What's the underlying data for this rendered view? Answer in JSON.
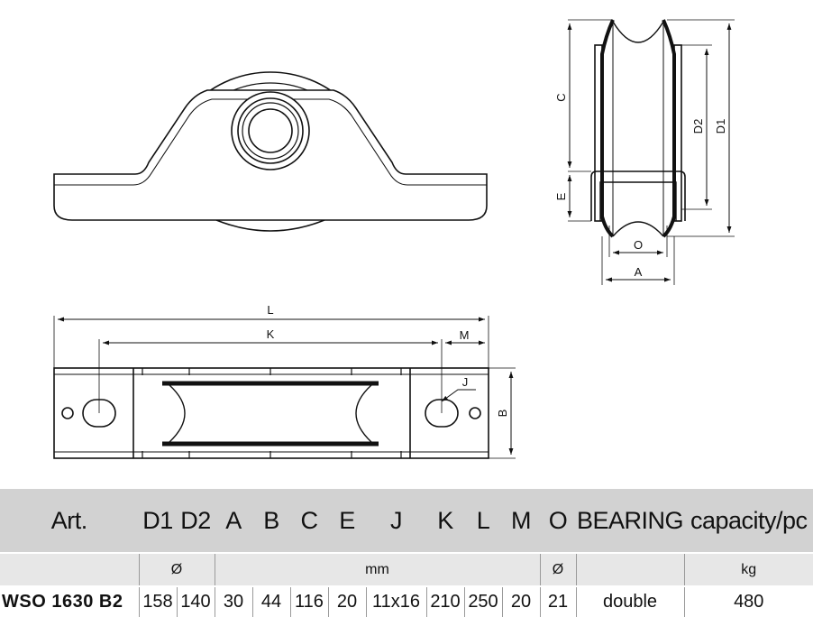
{
  "dimension_labels": {
    "L": "L",
    "K": "K",
    "M": "M",
    "J": "J",
    "B": "B",
    "C": "C",
    "E": "E",
    "D1": "D1",
    "D2": "D2",
    "O": "O",
    "A": "A"
  },
  "table": {
    "headers": [
      "Art.",
      "D1",
      "D2",
      "A",
      "B",
      "C",
      "E",
      "J",
      "K",
      "L",
      "M",
      "O",
      "BEARING",
      "capacity/pc"
    ],
    "units": {
      "diameter": "Ø",
      "mm": "mm",
      "o_diameter": "Ø",
      "bearing": "",
      "capacity": "kg"
    },
    "row": {
      "art": "WSO 1630 B2",
      "D1": "158",
      "D2": "140",
      "A": "30",
      "B": "44",
      "C": "116",
      "E": "20",
      "J": "11x16",
      "K": "210",
      "L": "250",
      "M": "20",
      "O": "21",
      "bearing": "double",
      "capacity": "480"
    }
  }
}
